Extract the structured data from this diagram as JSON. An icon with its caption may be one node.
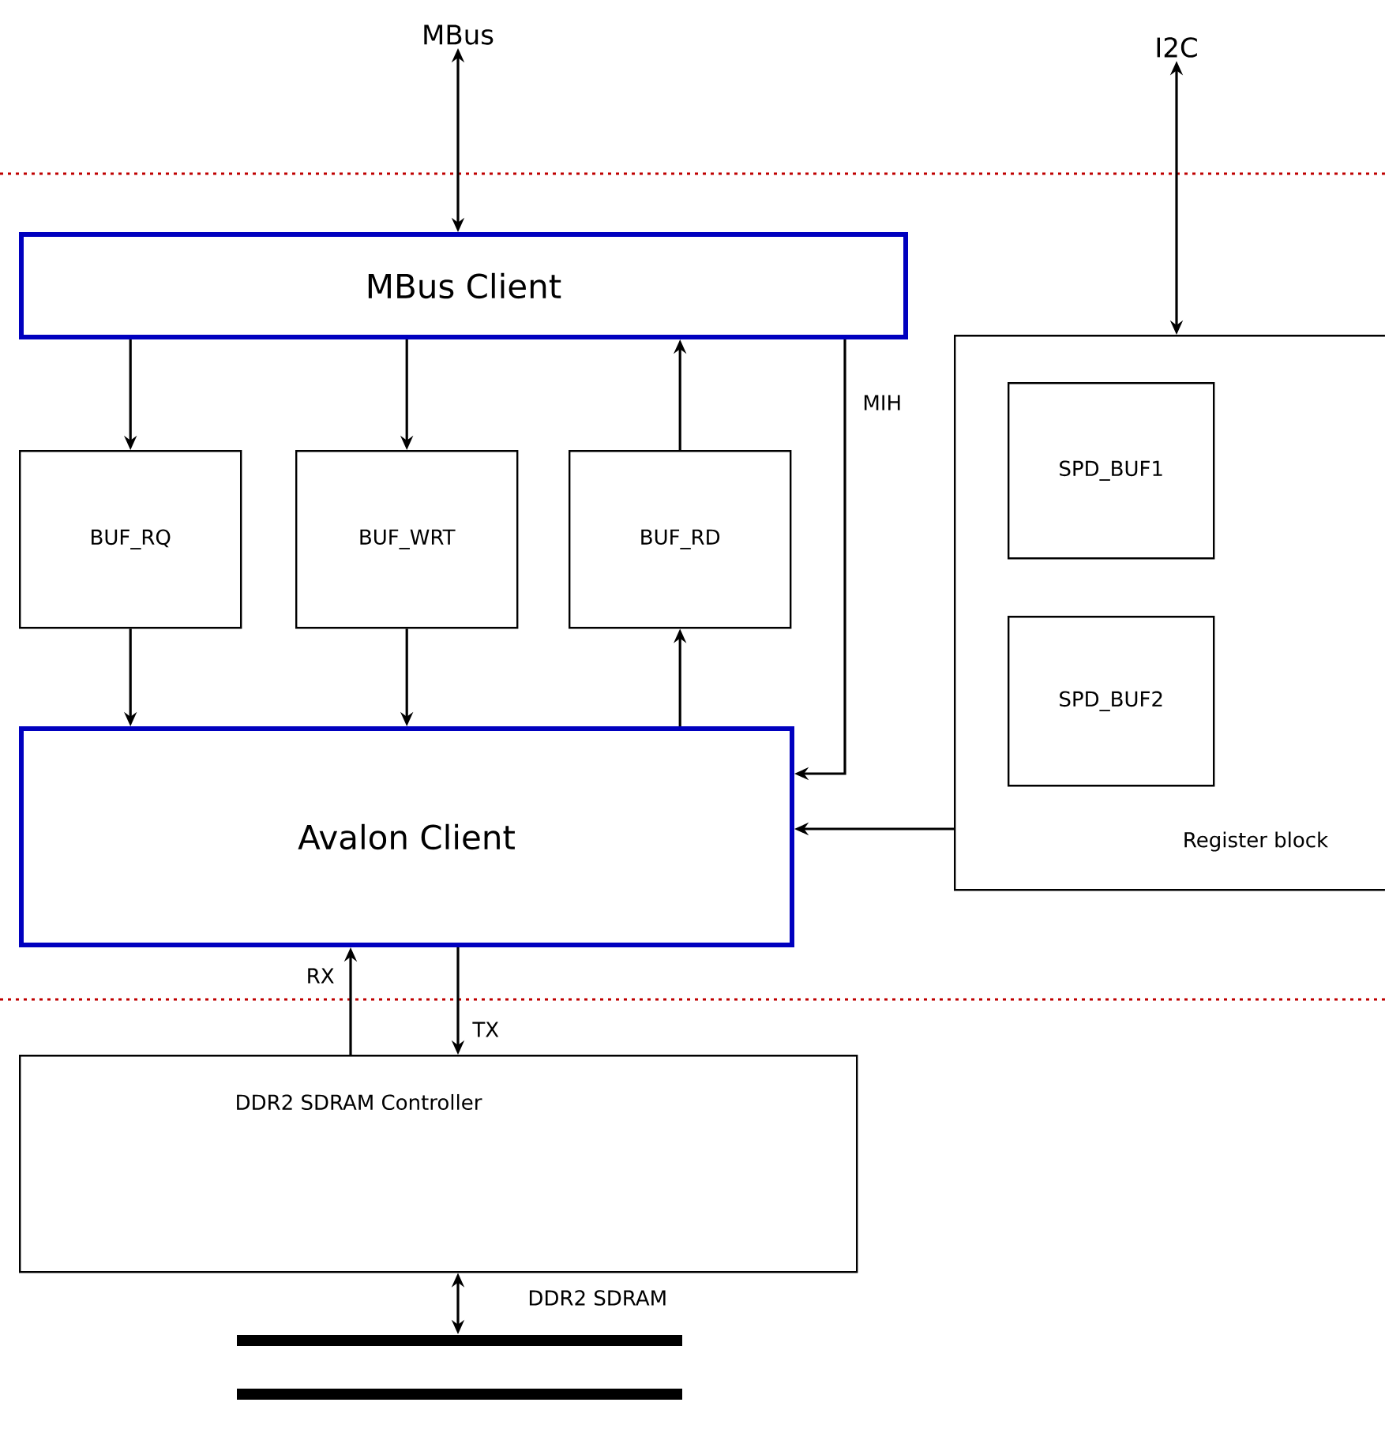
{
  "diagram": {
    "nodes": [
      {
        "text": [
          "MBus"
        ]
      },
      {
        "text": [
          "I2C"
        ]
      },
      {
        "text": [
          "MBus Client"
        ]
      },
      {
        "text": [
          "BUF_RQ"
        ]
      },
      {
        "text": [
          "BUF_WRT"
        ]
      },
      {
        "text": [
          "BUF_RD"
        ]
      },
      {
        "text": [
          "Register block"
        ]
      },
      {
        "text": [
          "SPD_BUF1"
        ],
        "in": 6
      },
      {
        "text": [
          "SPD_BUF2"
        ],
        "in": 6
      },
      {
        "text": [
          "Avalon Client"
        ]
      },
      {
        "text": [
          "DDR2 SDRAM Controller"
        ]
      },
      {
        "text": [],
        "shape": "bar"
      }
    ],
    "edges": [
      {
        "from": 0,
        "to": 2,
        "arrow": "both"
      },
      {
        "from": 1,
        "to": 6,
        "arrow": "both"
      },
      {
        "from": 2,
        "to": 3,
        "arrow": "to"
      },
      {
        "from": 2,
        "to": 4,
        "arrow": "to"
      },
      {
        "from": 5,
        "to": 2,
        "arrow": "to"
      },
      {
        "from": 3,
        "to": 9,
        "arrow": "to"
      },
      {
        "from": 4,
        "to": 9,
        "arrow": "to"
      },
      {
        "from": 9,
        "to": 5,
        "arrow": "to"
      },
      {
        "from": 2,
        "to": 9,
        "arrow": "to",
        "label": "MIH"
      },
      {
        "from": 6,
        "to": 9,
        "arrow": "to"
      },
      {
        "from": 10,
        "to": 9,
        "arrow": "to",
        "label": "RX"
      },
      {
        "from": 9,
        "to": 10,
        "arrow": "to",
        "label": "TX"
      },
      {
        "from": 10,
        "to": 11,
        "arrow": "both",
        "label": "DDR2 SDRAM"
      }
    ]
  }
}
